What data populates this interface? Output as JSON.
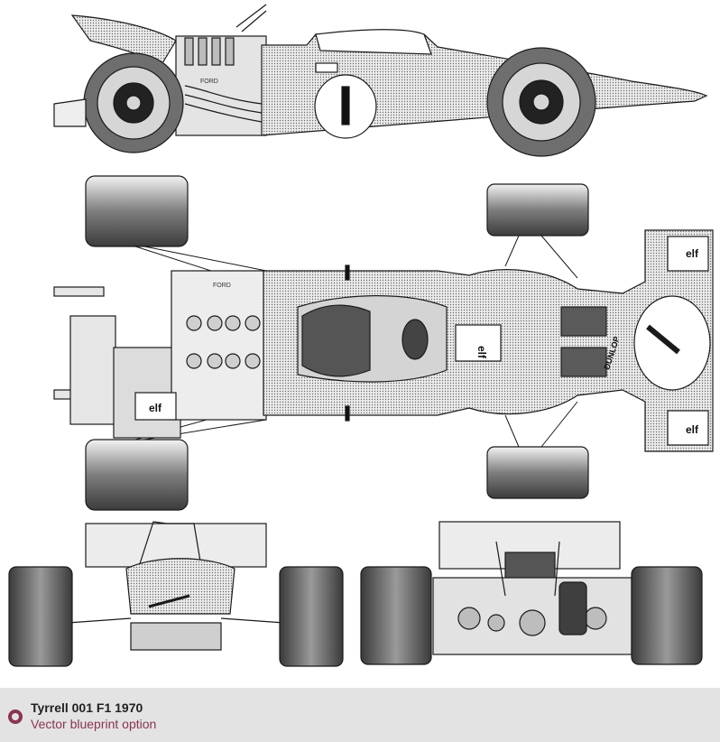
{
  "caption": {
    "title": "Tyrrell 001 F1 1970",
    "subtitle": "Vector blueprint option"
  },
  "markings": {
    "race_number": "1",
    "sponsor": "elf",
    "tyre_brand": "DUNLOP",
    "engine_maker": "FORD"
  },
  "views": [
    "side-view",
    "top-view",
    "front-view",
    "rear-view"
  ],
  "colors": {
    "ink": "#1a1a1a",
    "body_fill": "#cfcfcf",
    "tyre": "#8c8c8c",
    "caption_bg": "#e3e3e3",
    "accent": "#8a3453"
  }
}
